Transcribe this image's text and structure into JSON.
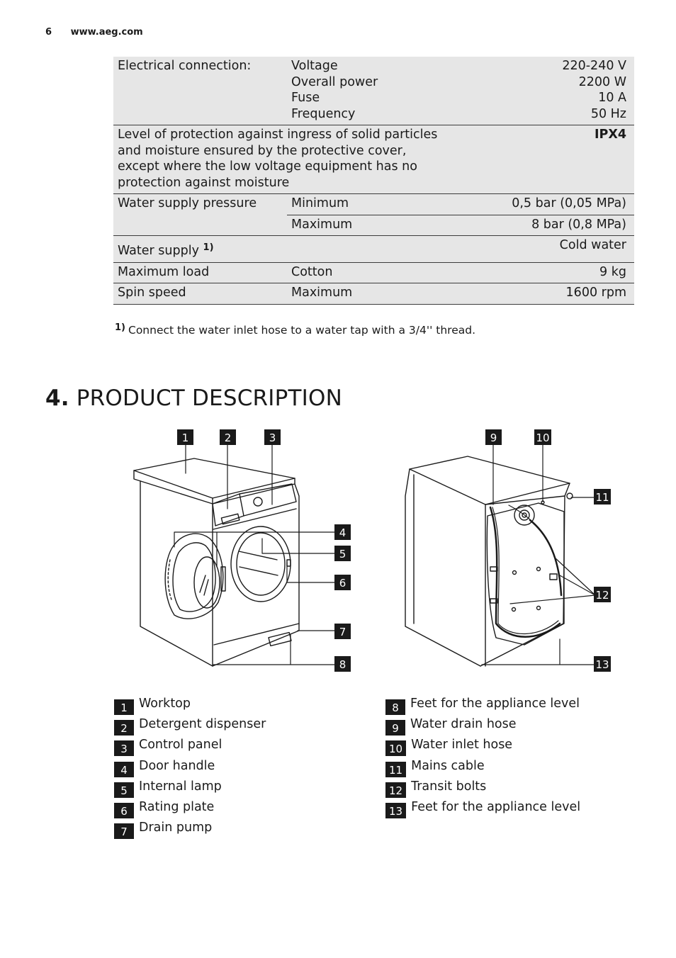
{
  "header": {
    "page_number": "6",
    "website": "www.aeg.com"
  },
  "spec_table": {
    "electrical": {
      "label": "Electrical connection:",
      "params": [
        "Voltage",
        "Overall power",
        "Fuse",
        "Frequency"
      ],
      "values": [
        "220-240 V",
        "2200 W",
        "10 A",
        "50 Hz"
      ]
    },
    "protection": {
      "text": "Level of protection against ingress of solid particles and moisture ensured by the protective cover, except where the low voltage equipment has no protection against moisture",
      "value": "IPX4"
    },
    "pressure": {
      "label": "Water supply pressure",
      "min_label": "Minimum",
      "min_value": "0,5 bar (0,05 MPa)",
      "max_label": "Maximum",
      "max_value": "8 bar (0,8 MPa)"
    },
    "supply": {
      "label": "Water supply",
      "footnote_mark": "1)",
      "value": "Cold water"
    },
    "load": {
      "label": "Maximum load",
      "param": "Cotton",
      "value": "9 kg"
    },
    "spin": {
      "label": "Spin speed",
      "param": "Maximum",
      "value": "1600 rpm"
    }
  },
  "footnote": {
    "mark": "1)",
    "text": "Connect the water inlet hose to a water tap with a 3/4'' thread."
  },
  "section": {
    "number": "4.",
    "title": "PRODUCT DESCRIPTION"
  },
  "figure_callouts": [
    "1",
    "2",
    "3",
    "4",
    "5",
    "6",
    "7",
    "8",
    "9",
    "10",
    "11",
    "12",
    "13"
  ],
  "legend_left": [
    {
      "num": "1",
      "label": "Worktop"
    },
    {
      "num": "2",
      "label": "Detergent dispenser"
    },
    {
      "num": "3",
      "label": "Control panel"
    },
    {
      "num": "4",
      "label": "Door handle"
    },
    {
      "num": "5",
      "label": "Internal lamp"
    },
    {
      "num": "6",
      "label": "Rating plate"
    },
    {
      "num": "7",
      "label": "Drain pump"
    }
  ],
  "legend_right": [
    {
      "num": "8",
      "label": "Feet for the appliance level"
    },
    {
      "num": "9",
      "label": "Water drain hose"
    },
    {
      "num": "10",
      "label": "Water inlet hose"
    },
    {
      "num": "11",
      "label": "Mains cable"
    },
    {
      "num": "12",
      "label": "Transit bolts"
    },
    {
      "num": "13",
      "label": "Feet for the appliance level"
    }
  ]
}
